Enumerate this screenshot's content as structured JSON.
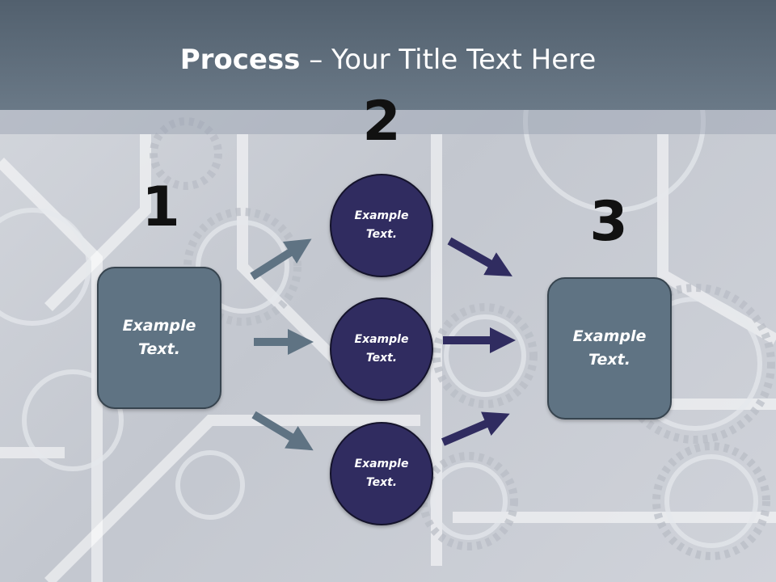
{
  "title": {
    "bold": "Process",
    "rest": " – Your Title Text Here"
  },
  "steps": [
    {
      "number": "1",
      "text": "Example\nText."
    },
    {
      "number": "2"
    },
    {
      "number": "3",
      "text": "Example\nText."
    }
  ],
  "circles": [
    {
      "text": "Example\nText."
    },
    {
      "text": "Example\nText."
    },
    {
      "text": "Example\nText."
    }
  ],
  "colors": {
    "header": "#5d6b79",
    "box_fill": "#5f7383",
    "circle_fill": "#302c60",
    "arrow_left": "#5f7383",
    "arrow_right": "#302c60"
  },
  "icons": {
    "arrows": "arrow-right-icon"
  }
}
